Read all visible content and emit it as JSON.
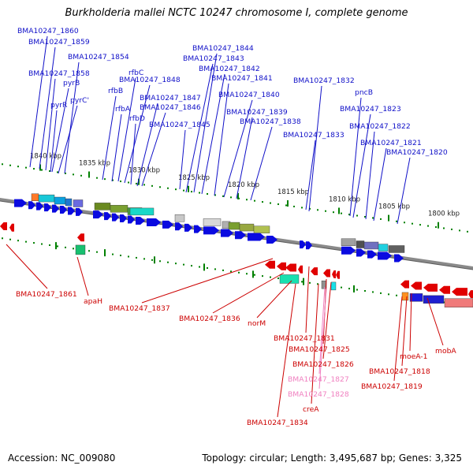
{
  "title": "Burkholderia mallei NCTC 10247 chromosome I, complete genome",
  "footer": {
    "accession": "Accession: NC_009080",
    "summary": "Topology: circular; Length: 3,495,687 bp; Genes: 3,325"
  },
  "colors": {
    "forward_label": "#1010c8",
    "reverse_label": "#cc0000",
    "pseudo_label": "#f080c0",
    "forward_gene": "#0a0ae0",
    "reverse_gene": "#e00000",
    "backbone": "#8a8a8a",
    "tick": "#008000"
  },
  "scale_labels": [
    "1840 kbp",
    "1835 kbp",
    "1830 kbp",
    "1825 kbp",
    "1820 kbp",
    "1815 kbp",
    "1810 kbp",
    "1805 kbp",
    "1800 kbp"
  ],
  "forward_labels": [
    "BMA10247_1860",
    "BMA10247_1859",
    "BMA10247_1854",
    "BMA10247_1858",
    "pyrB",
    "pyrR",
    "pyrC'",
    "rfbC",
    "BMA10247_1848",
    "rfbB",
    "rfbA",
    "rfbD",
    "BMA10247_1847",
    "BMA10247_1846",
    "BMA10247_1845",
    "BMA10247_1844",
    "BMA10247_1843",
    "BMA10247_1842",
    "BMA10247_1841",
    "BMA10247_1840",
    "BMA10247_1839",
    "BMA10247_1838",
    "BMA10247_1833",
    "BMA10247_1832",
    "pncB",
    "BMA10247_1823",
    "BMA10247_1822",
    "BMA10247_1821",
    "BMA10247_1820"
  ],
  "reverse_labels": [
    "BMA10247_1861",
    "apaH",
    "BMA10247_1837",
    "BMA10247_1836",
    "norM",
    "BMA10247_1831",
    "BMA10247_1825",
    "BMA10247_1826",
    "BMA10247_1827",
    "BMA10247_1828",
    "creA",
    "BMA10247_1834",
    "moeA-1",
    "mobA",
    "BMA10247_1818",
    "BMA10247_1819"
  ],
  "pseudo_labels": [
    "BMA10247_1827",
    "BMA10247_1828"
  ]
}
